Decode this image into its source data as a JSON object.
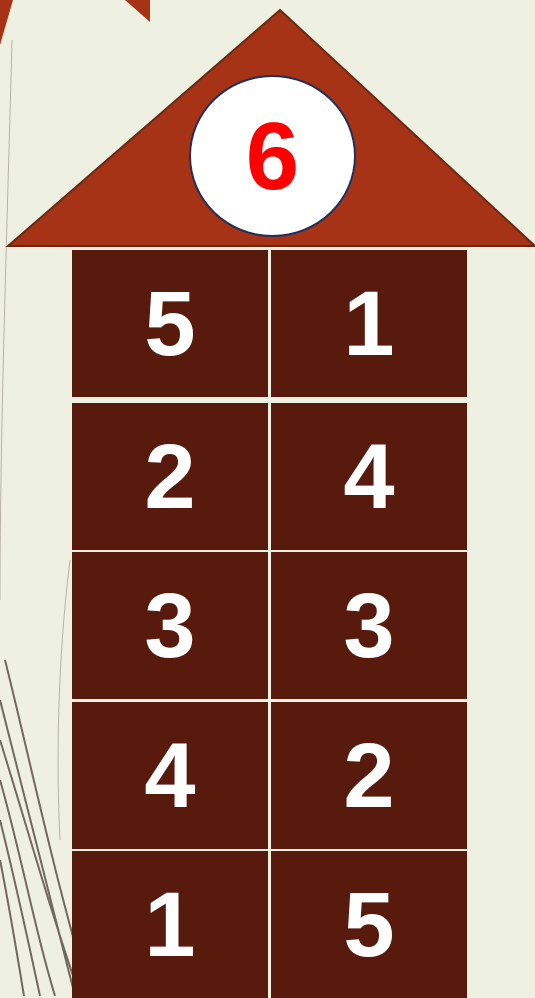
{
  "house": {
    "number": "6",
    "colors": {
      "roof": "#a63316",
      "cell": "#571a0c",
      "number": "#ff0000",
      "cell_text": "#ffffff",
      "background": "#eef1e2"
    },
    "rows": [
      {
        "left": "5",
        "right": "1"
      },
      {
        "left": "2",
        "right": "4"
      },
      {
        "left": "3",
        "right": "3"
      },
      {
        "left": "4",
        "right": "2"
      },
      {
        "left": "1",
        "right": "5"
      }
    ]
  }
}
